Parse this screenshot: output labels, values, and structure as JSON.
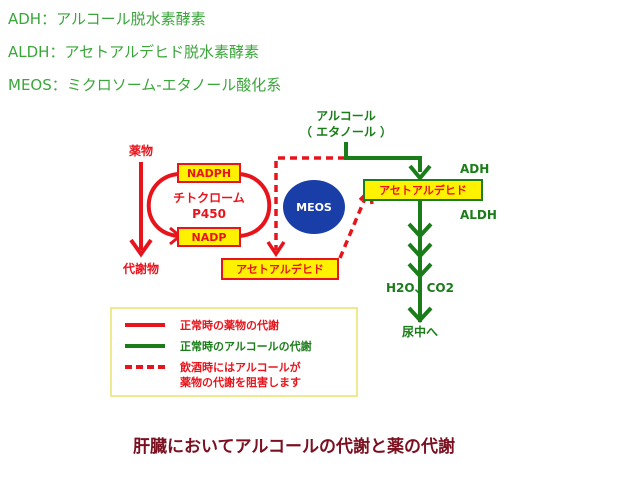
{
  "abbreviations": {
    "adh": "ADH：アルコール脱水素酵素",
    "aldh": "ALDH：アセトアルデヒド脱水素酵素",
    "meos": "MEOS：ミクロソーム-エタノール酸化系"
  },
  "diagram": {
    "drug": "薬物",
    "metabolite": "代謝物",
    "nadph": "NADPH",
    "nadp": "NADP",
    "p450_line1": "チトクローム",
    "p450_line2": "P450",
    "meos": "MEOS",
    "acetaldehyde_left": "アセトアルデヒド",
    "acetaldehyde_right": "アセトアルデヒド",
    "alcohol_line1": "アルコール",
    "alcohol_line2": "（ エタノール ）",
    "adh": "ADH",
    "aldh": "ALDH",
    "products": "H2O、CO2",
    "to_urine": "尿中へ"
  },
  "legend": {
    "red_solid": "正常時の薬物の代謝",
    "green_solid": "正常時のアルコールの代謝",
    "red_dashed_line1": "飲酒時にはアルコールが",
    "red_dashed_line2": "薬物の代謝を阻害します"
  },
  "caption": "肝臓においてアルコールの代謝と薬の代謝",
  "colors": {
    "red": "#e8141c",
    "green": "#1a7d1a",
    "yellow": "#fff200",
    "meos_blue": "#1a3ea8",
    "caption": "#7a1020",
    "abbr_text": "#3aa63a"
  }
}
